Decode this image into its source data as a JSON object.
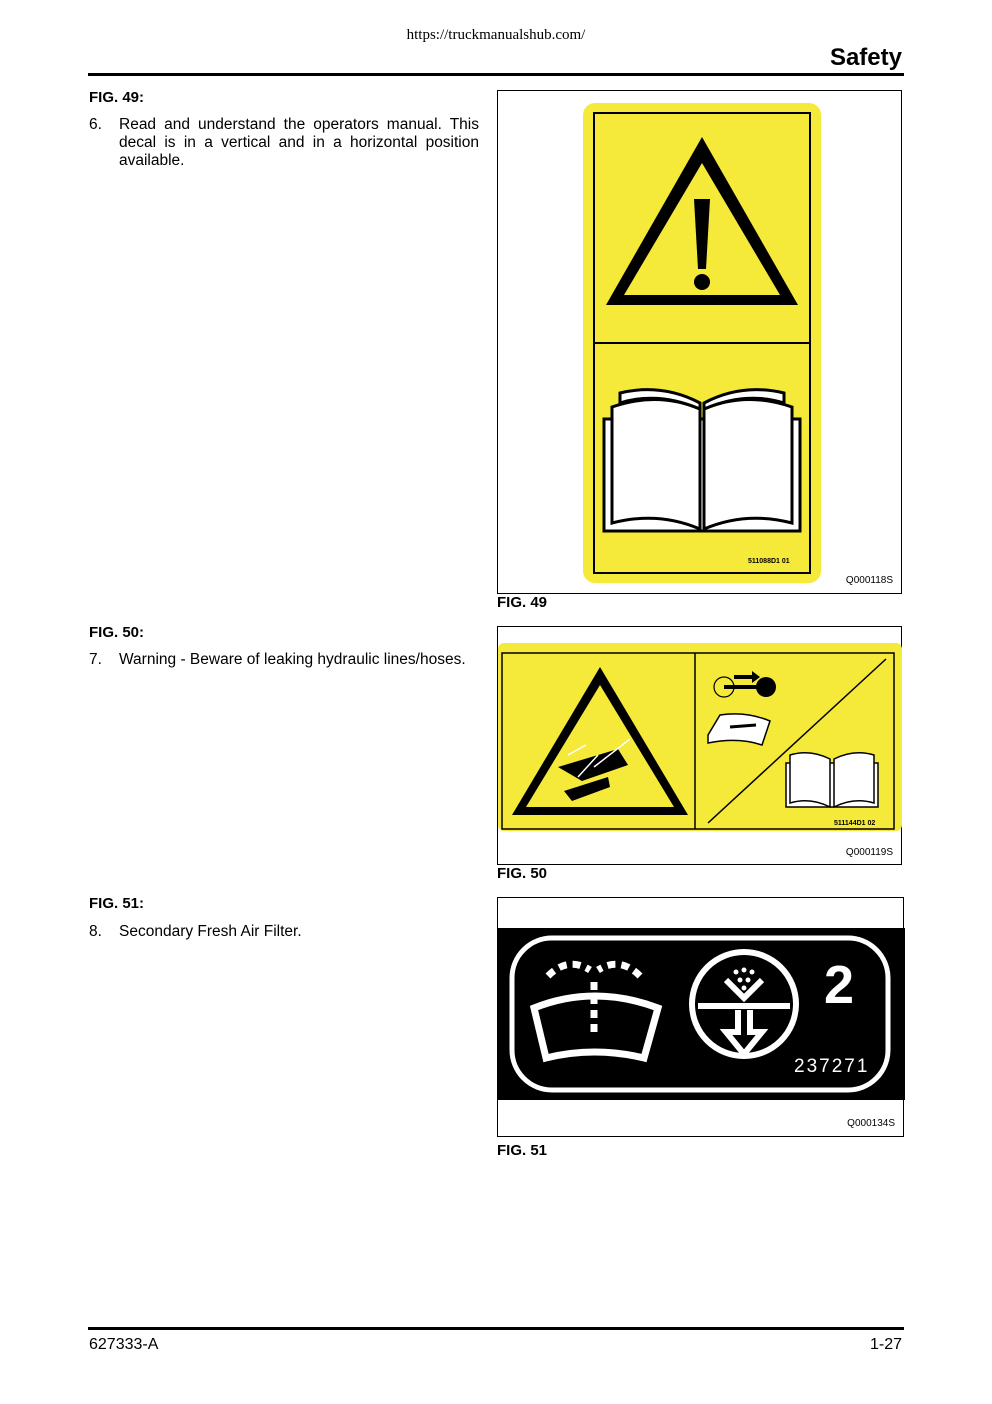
{
  "header": {
    "url": "https://truckmanualshub.com/",
    "section": "Safety"
  },
  "footer": {
    "doc_number": "627333-A",
    "page_number": "1-27"
  },
  "figures": [
    {
      "heading": "FIG. 49:",
      "item_number": "6.",
      "item_text": "Read and understand the operators manual. This decal is in a vertical and in a horizontal position available.",
      "decal_number": "511088D1 01",
      "image_code": "Q000118S",
      "caption": "FIG. 49"
    },
    {
      "heading": "FIG. 50:",
      "item_number": "7.",
      "item_text": "Warning - Beware of leaking hydraulic lines/hoses.",
      "decal_number": "511144D1 02",
      "image_code": "Q000119S",
      "caption": "FIG. 50"
    },
    {
      "heading": "FIG. 51:",
      "item_number": "8.",
      "item_text": "Secondary Fresh Air Filter.",
      "decal_big_number": "2",
      "decal_number": "237271",
      "image_code": "Q000134S",
      "caption": "FIG. 51"
    }
  ],
  "colors": {
    "decal_yellow": "#f5e93a",
    "decal_black": "#000000"
  }
}
